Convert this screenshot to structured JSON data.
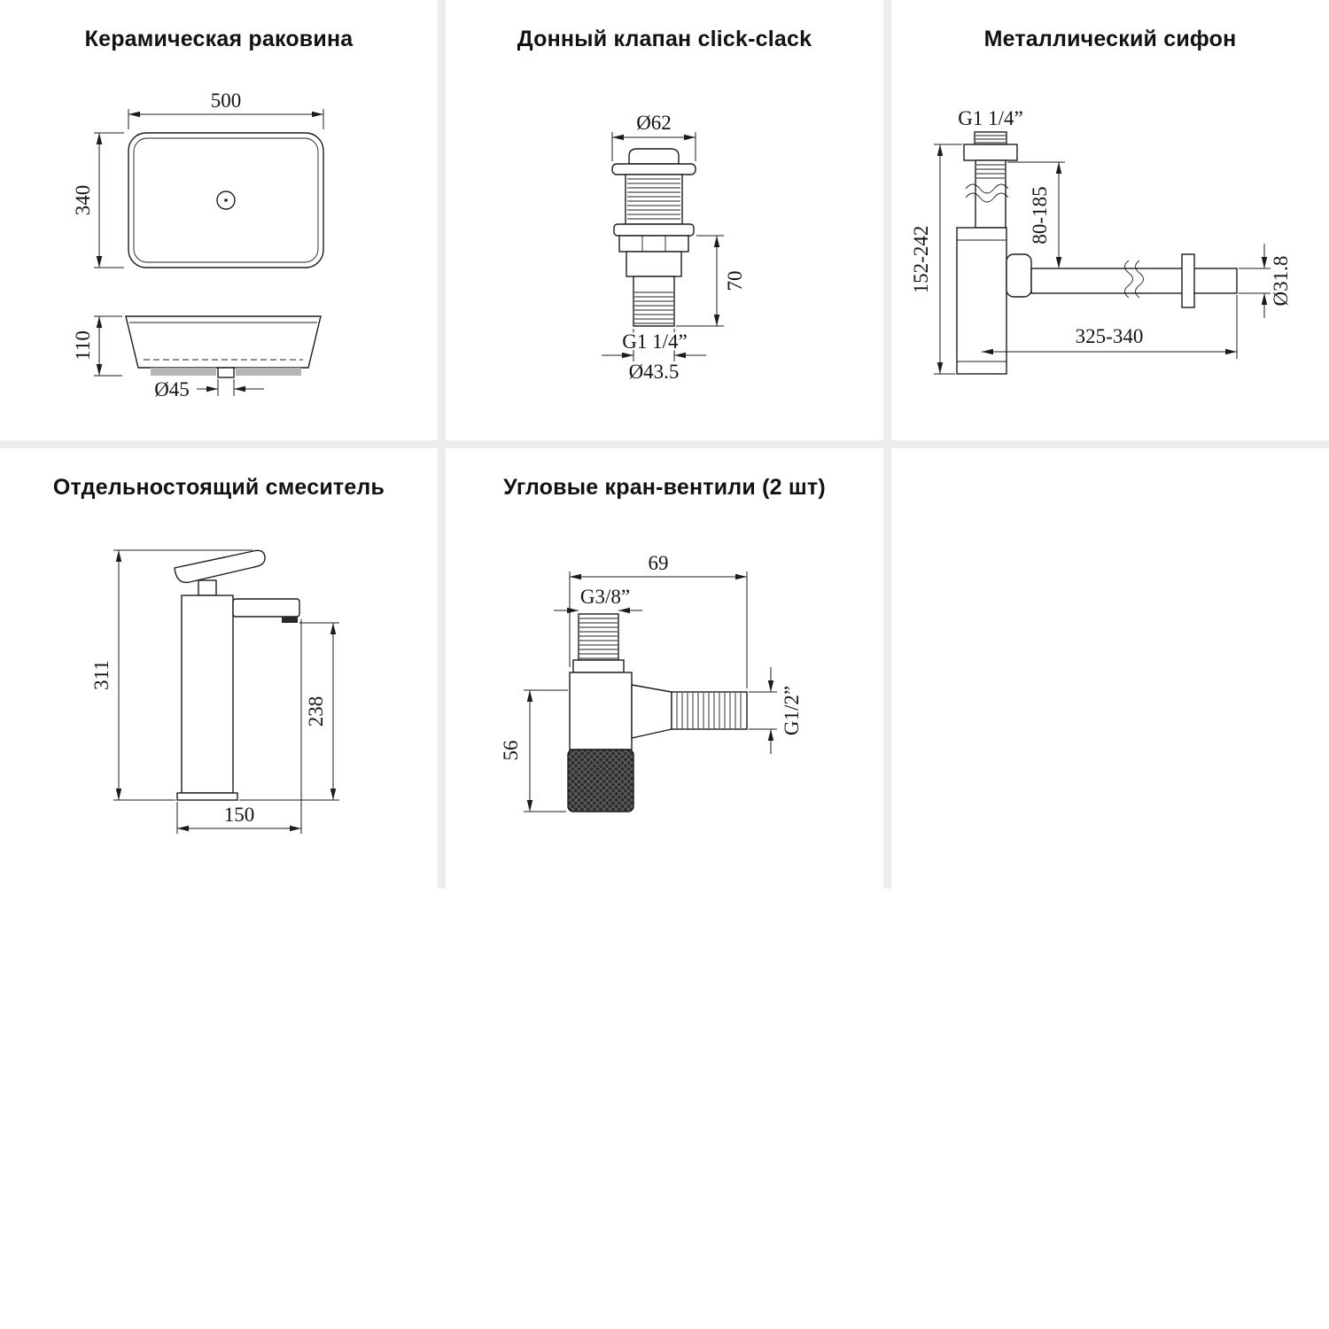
{
  "page": {
    "background": "#ffffff",
    "gutter_color": "#ededed",
    "line_color": "#1c1c1c",
    "pad_gray": "#b5b5b5"
  },
  "panels": {
    "sink": {
      "title": "Керамическая раковина",
      "dims": {
        "width": "500",
        "depth": "340",
        "height": "110",
        "drain": "Ø45"
      }
    },
    "drain_valve": {
      "title": "Донный клапан click-clack",
      "dims": {
        "cap_diameter": "Ø62",
        "body_height": "70",
        "thread": "G1 1/4”",
        "bottom_diameter": "Ø43.5"
      }
    },
    "siphon": {
      "title": "Металлический сифон",
      "dims": {
        "thread": "G1 1/4”",
        "inlet_range": "80-185",
        "height_range": "152-242",
        "pipe_diameter": "Ø31.8",
        "length_range": "325-340"
      }
    },
    "mixer": {
      "title": "Отдельностоящий смеситель",
      "dims": {
        "total_height": "311",
        "spout_height": "238",
        "reach": "150"
      }
    },
    "angle_valve": {
      "title": "Угловые кран-вентили (2 шт)",
      "dims": {
        "length": "69",
        "inlet_thread": "G3/8”",
        "outlet_thread": "G1/2”",
        "height": "56"
      }
    }
  }
}
